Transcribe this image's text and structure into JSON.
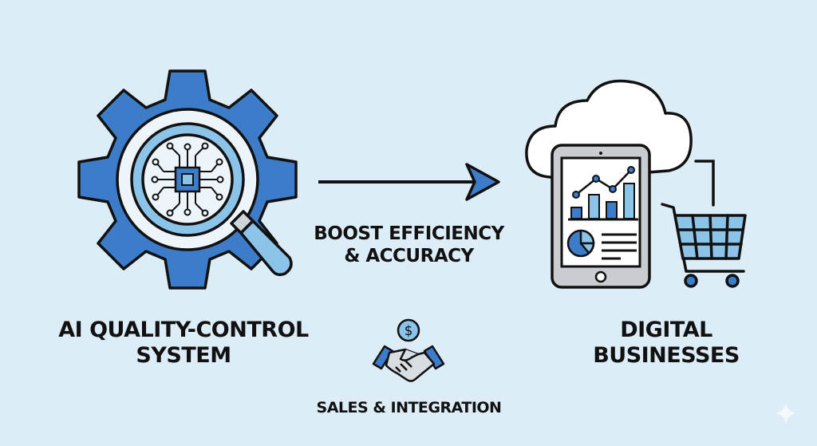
{
  "colors": {
    "background": "#dcedf7",
    "primary_blue": "#3d7cc9",
    "light_blue": "#8cc3e8",
    "pale": "#eef5fa",
    "outline": "#111111",
    "device_gray": "#c9cdd1"
  },
  "left_node": {
    "icon": "gear-magnifier-chip-icon",
    "title_line1": "AI QUALITY-CONTROL",
    "title_line2": "SYSTEM"
  },
  "connector": {
    "icon": "arrow-right-icon",
    "caption_line1": "BOOST EFFICIENCY",
    "caption_line2": "& ACCURACY"
  },
  "bottom_node": {
    "icon": "handshake-dollar-icon",
    "coin_symbol": "$",
    "title": "SALES & INTEGRATION"
  },
  "right_node": {
    "icon": "cloud-tablet-cart-icon",
    "title_line1": "DIGITAL",
    "title_line2": "BUSINESSES"
  },
  "watermark": {
    "icon": "sparkle-icon"
  }
}
